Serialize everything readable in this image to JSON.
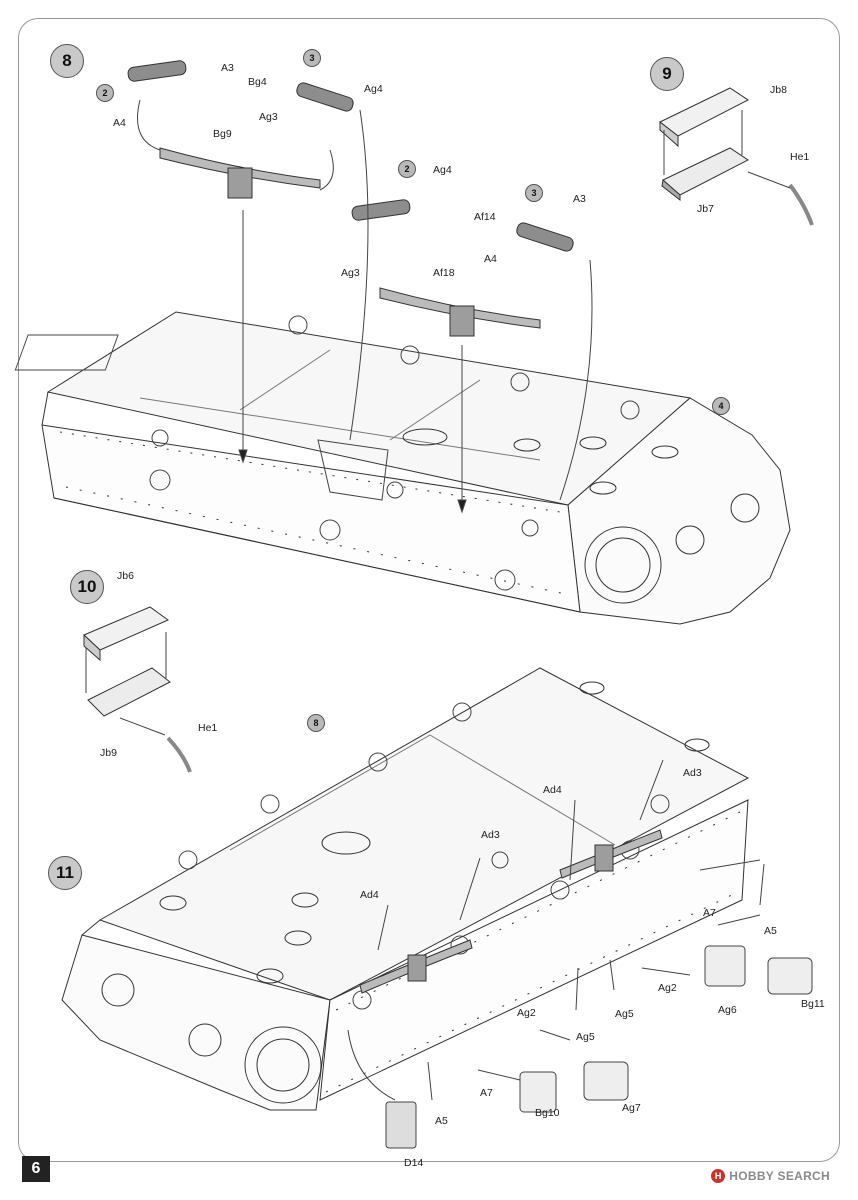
{
  "page": {
    "number": "6"
  },
  "watermark": {
    "text": "HOBBY SEARCH",
    "color": "#c4352d"
  },
  "steps": [
    {
      "number": "8"
    },
    {
      "number": "9"
    },
    {
      "number": "10"
    },
    {
      "number": "11"
    }
  ],
  "sub_assemblies": [
    "2",
    "3",
    "2",
    "3",
    "4",
    "8"
  ],
  "part_labels": {
    "step8": [
      "A3",
      "A4",
      "Bg4",
      "Bg9",
      "Ag3",
      "Ag4",
      "Ag4",
      "Af14",
      "A3",
      "A4",
      "Af18",
      "Ag3"
    ],
    "step9": [
      "Jb8",
      "He1",
      "Jb7"
    ],
    "step10": [
      "Jb6",
      "He1",
      "Jb9"
    ],
    "step11": [
      "Ad3",
      "Ad4",
      "Ad3",
      "Ad4",
      "A7",
      "A5",
      "Ag2",
      "Ag5",
      "Ag6",
      "Bg11",
      "Ag2",
      "Ag5",
      "A5",
      "A7",
      "Bg10",
      "Ag7",
      "D14"
    ]
  },
  "colors": {
    "step_fill": "#c9c9c9",
    "line": "#333333",
    "part_fill": "#8d8d8d"
  }
}
